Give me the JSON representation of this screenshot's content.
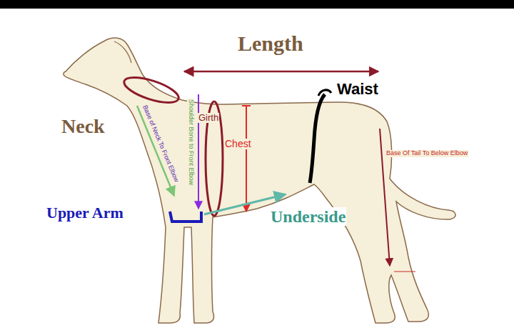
{
  "diagram": {
    "labels": [
      "Length",
      "Neck",
      "Waist",
      "Base of Neck To Front Elbow",
      "Shoulder Bone to Front Elbow",
      "Girth",
      "Chest",
      "Base Of Tail To Below Elbow",
      "Upper Arm",
      "Underside"
    ]
  }
}
